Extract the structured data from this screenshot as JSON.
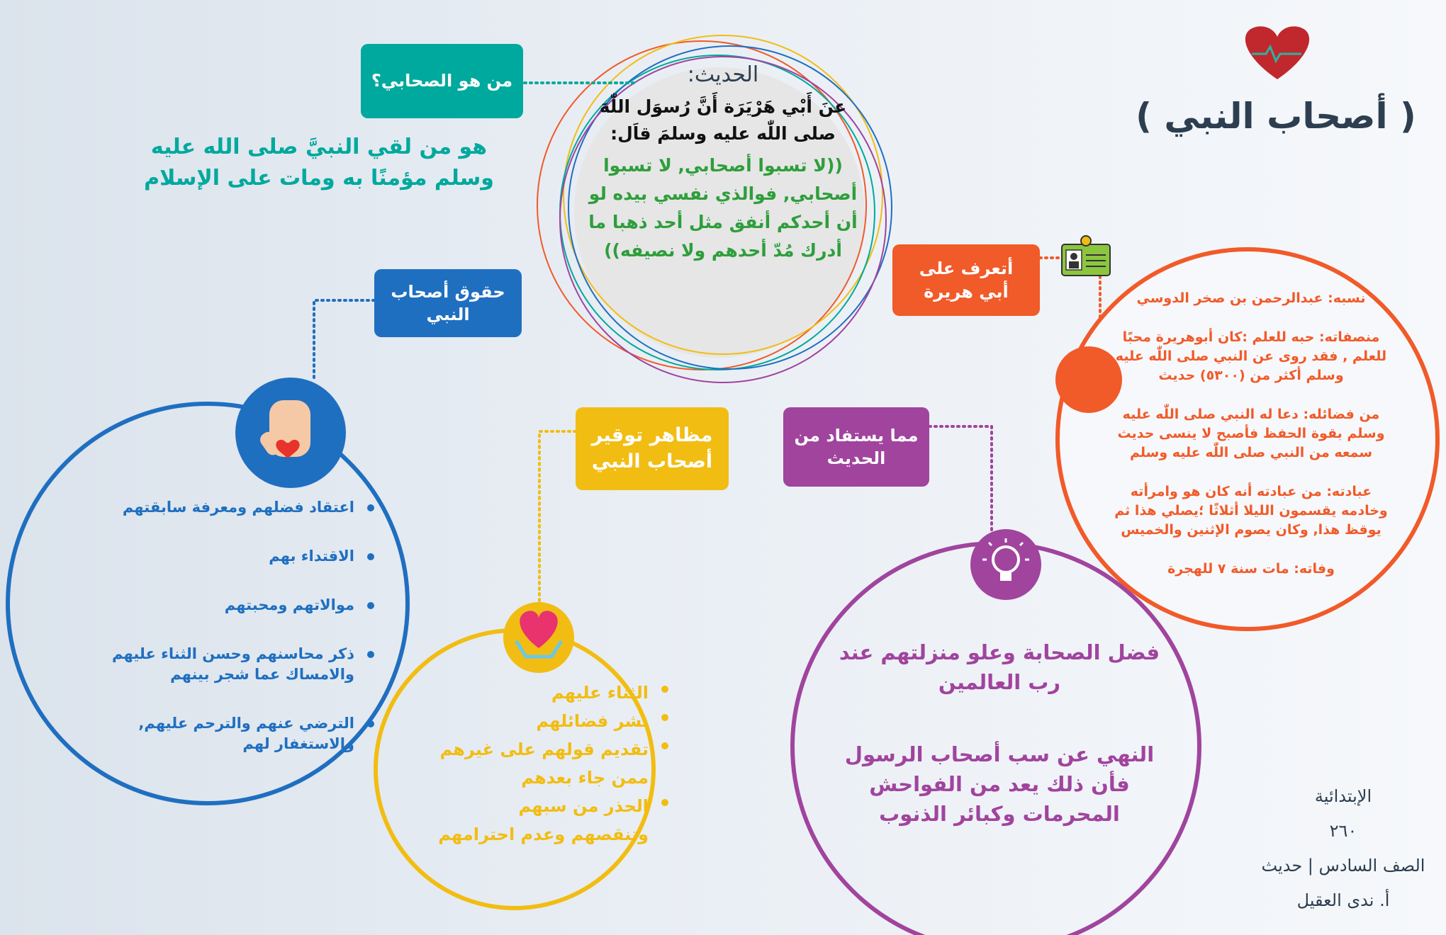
{
  "title": "( أصحاب النبي )",
  "colors": {
    "teal": "#00a99d",
    "blue": "#1f6fc0",
    "yellow": "#f2bd12",
    "orange": "#f15a29",
    "purple": "#a0449e",
    "green": "#2e9e3b"
  },
  "who": {
    "box_label": "من هو الصحابي؟",
    "definition": "هو من لقي النبيَّ صلى الله عليه وسلم مؤمنًا به ومات على الإسلام"
  },
  "hadith": {
    "heading": "الحديث:",
    "intro": "عنَ أَبْي هَرْيَرَة أَنَّ رُسوَل اللّٰهَ صلى اللّٰه عليه وسلمَ قاَل:",
    "text": "((لا تسبوا أصحابي, لا تسبوا أصحابي, فوالذي نفسي بيده لو أن أحدكم أنفق مثل أحد ذهبا ما أدرك مُدّ أحدهم ولا نصيفه))"
  },
  "abu_hurairah": {
    "box_label": "أتعرف على أبي هريرة",
    "paragraphs": [
      "نسبه: عبدالرحمن بن صخر الدوسي",
      "منصفاته: حبه للعلم :كان أبوهريرة محبًا للعلم , فقد روى عن النبي صلى اللّٰه عليه وسلم أكثر من (٥٣٠٠) حديث",
      "من فضائله: دعا له النبي صلى اللّٰه عليه وسلم بقوة الحفظ فأصبح لا ينسى حديث سمعه من النبي صلى اللّٰه عليه وسلم",
      "عبادته: من عبادته أنه كان هو وامرأته وخادمه يقسمون الليلا أثلاثًا ؛يصلي هذا ثم يوقظ هذا, وكان يصوم الإثنين والخميس",
      "وفاته: مات سنة ٧ للهجرة"
    ]
  },
  "rights": {
    "box_label": "حقوق أصحاب النبي",
    "items": [
      "اعتقاد فضلهم ومعرفة سابقتهم",
      "الاقتداء بهم",
      "موالاتهم ومحبتهم",
      "ذكر محاسنهم وحسن الثناء عليهم والامساك عما شجر بينهم",
      "الترضي عنهم والترحم عليهم, والاستغفار لهم"
    ]
  },
  "respect": {
    "box_label": "مظاهر توقير أصحاب النبي",
    "items": [
      "الثناء عليهم",
      "نشر فضائلهم",
      "تقديم قولهم على غيرهم ممن جاء بعدهم",
      "الحذر من سبهم وتنقصهم وعدم احترامهم"
    ]
  },
  "lessons": {
    "box_label": "مما يستفاد من الحديث",
    "items": [
      "فضل الصحابة وعلو منزلتهم عند رب العالمين",
      "النهي عن سب أصحاب الرسول فأن ذلك يعد من الفواحش المحرمات وكبائر الذنوب"
    ]
  },
  "footer": {
    "stage": "الإبتدائية",
    "year": "٢٦٠",
    "grade": "الصف السادس | حديث",
    "teacher": "أ. ندى العقيل"
  }
}
